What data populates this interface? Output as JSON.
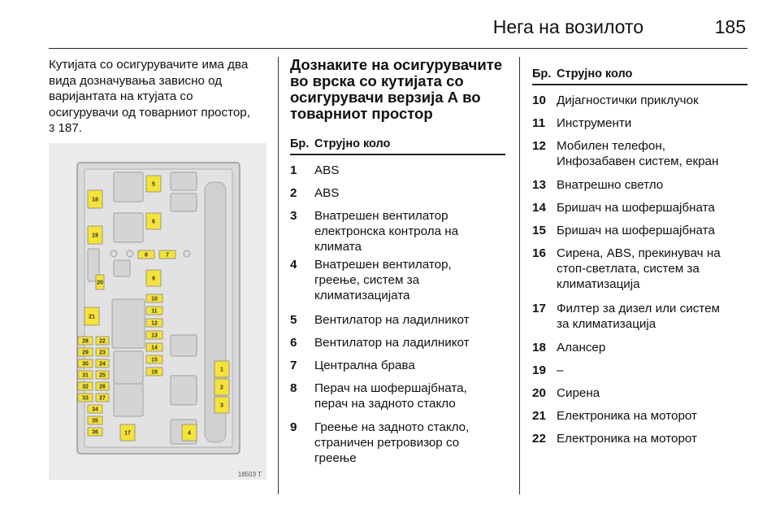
{
  "header": {
    "title": "Нега на возилото",
    "page_number": "185"
  },
  "intro": {
    "lines": [
      "Кутијата со осигурувачите има два",
      "вида дозначувања зависно од",
      "варијантата на ктујата со",
      "осигурувачи од товарниот простор,"
    ],
    "ref_arrow": "3",
    "ref_page": "187."
  },
  "figure": {
    "code": "18503 T",
    "fuse_labels": [
      "1",
      "2",
      "3",
      "4",
      "5",
      "6",
      "7",
      "8",
      "9",
      "10",
      "11",
      "12",
      "13",
      "14",
      "15",
      "16",
      "17",
      "18",
      "19",
      "20",
      "21",
      "22",
      "23",
      "24",
      "25",
      "26",
      "27",
      "28",
      "29",
      "30",
      "31",
      "32",
      "33",
      "34",
      "35",
      "36"
    ],
    "colors": {
      "label_fill": "#f5e23a",
      "background": "#ebebeb"
    }
  },
  "section": {
    "title_lines": [
      "Дознаките на осигурувачите",
      "во врска со кутијата со",
      "осигурувачи верзија А во",
      "товарниот простор"
    ]
  },
  "table_headers": {
    "no": "Бр.",
    "circuit": "Струјно коло"
  },
  "table_left": [
    {
      "no": "1",
      "lines": [
        "ABS"
      ]
    },
    {
      "no": "2",
      "lines": [
        "ABS"
      ]
    },
    {
      "no": "3",
      "lines": [
        "Внатрешен вентилатор",
        "електронска контрола на",
        "климата"
      ]
    },
    {
      "no": "4",
      "lines": [
        "Внатрешен вентилатор,",
        "греење, систем за",
        "климатизацијата"
      ]
    },
    {
      "no": "5",
      "lines": [
        "Вентилатор на ладилникот"
      ]
    },
    {
      "no": "6",
      "lines": [
        "Вентилатор на ладилникот"
      ]
    },
    {
      "no": "7",
      "lines": [
        "Централна брава"
      ]
    },
    {
      "no": "8",
      "lines": [
        "Перач на шофершајбната,",
        "перач на задното стакло"
      ]
    },
    {
      "no": "9",
      "lines": [
        "Греење на задното стакло,",
        "страничен ретровизор со",
        "греење"
      ]
    }
  ],
  "table_right": [
    {
      "no": "10",
      "lines": [
        "Дијагностички приклучок"
      ]
    },
    {
      "no": "11",
      "lines": [
        "Инструменти"
      ]
    },
    {
      "no": "12",
      "lines": [
        "Мобилен телефон,",
        "Инфозабавен систем, екран"
      ]
    },
    {
      "no": "13",
      "lines": [
        "Внатрешно светло"
      ]
    },
    {
      "no": "14",
      "lines": [
        "Бришач на шофершајбната"
      ]
    },
    {
      "no": "15",
      "lines": [
        "Бришач на шофершајбната"
      ]
    },
    {
      "no": "16",
      "lines": [
        "Сирена, ABS, прекинувач на",
        "стоп-светлата, систем за",
        "климатизација"
      ]
    },
    {
      "no": "17",
      "lines": [
        "Филтер за дизел или систем",
        "за климатизација"
      ]
    },
    {
      "no": "18",
      "lines": [
        "Алансер"
      ]
    },
    {
      "no": "19",
      "lines": [
        "–"
      ]
    },
    {
      "no": "20",
      "lines": [
        "Сирена"
      ]
    },
    {
      "no": "21",
      "lines": [
        "Електроника на моторот"
      ]
    },
    {
      "no": "22",
      "lines": [
        "Електроника на моторот"
      ]
    }
  ]
}
